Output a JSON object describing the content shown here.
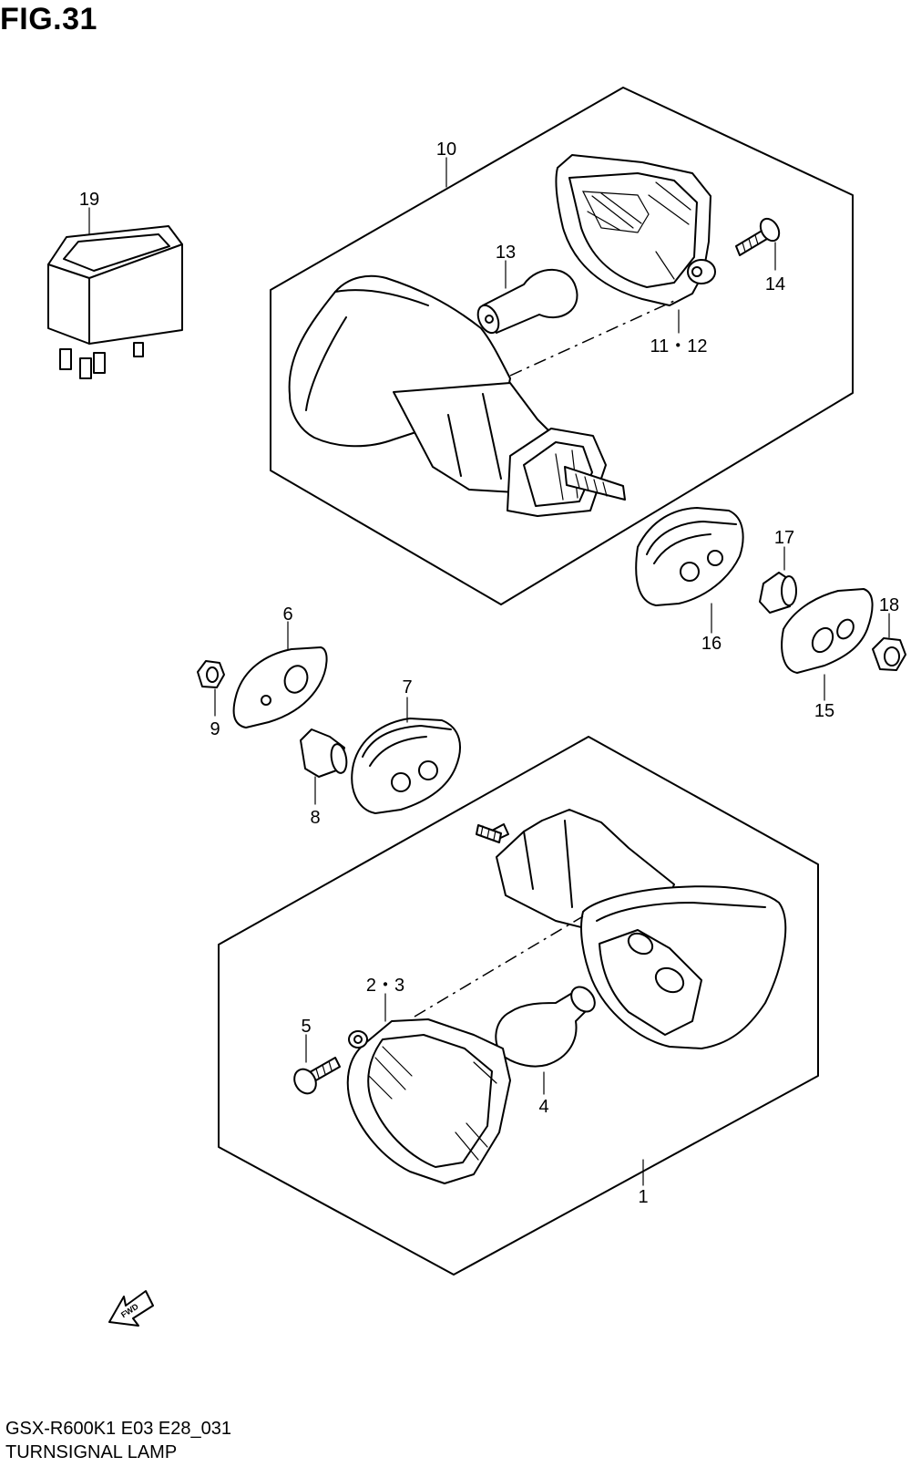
{
  "figure": {
    "title": "FIG.31",
    "model_code": "GSX-R600K1 E03 E28_031",
    "section_name": "TURNSIGNAL LAMP"
  },
  "callouts": {
    "c1": "1",
    "c2_3": "2・3",
    "c4": "4",
    "c5": "5",
    "c6": "6",
    "c7": "7",
    "c8": "8",
    "c9": "9",
    "c10": "10",
    "c11_12": "11・12",
    "c13": "13",
    "c14": "14",
    "c15": "15",
    "c16": "16",
    "c17": "17",
    "c18": "18",
    "c19": "19"
  },
  "fwd_arrow": {
    "label": "FWD",
    "icon": "fwd-arrow-icon"
  }
}
